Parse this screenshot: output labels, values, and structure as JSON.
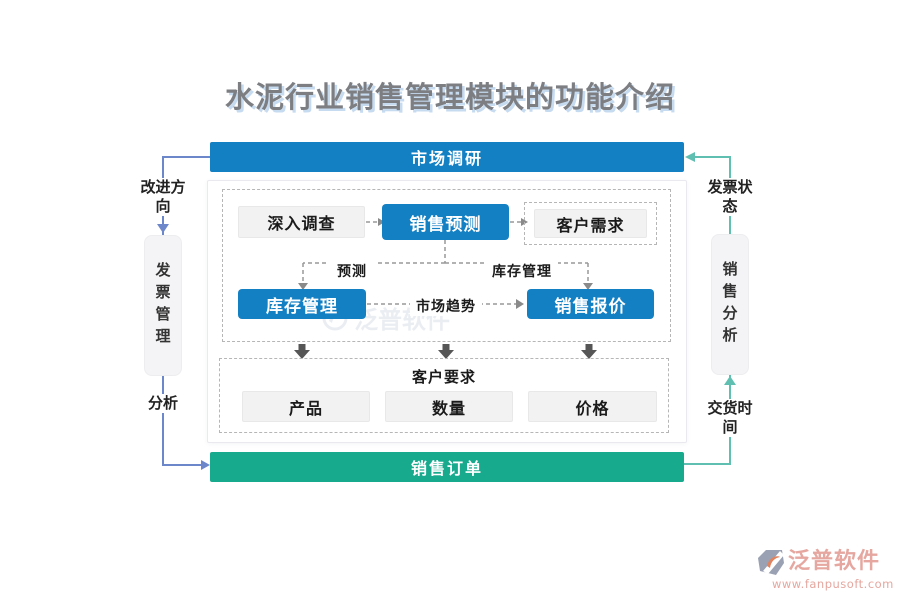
{
  "title": "水泥行业销售管理模块的功能介绍",
  "diagram": {
    "top_bar": "市场调研",
    "bottom_bar": "销售订单",
    "row1": {
      "box1": "深入调查",
      "box2": "销售预测",
      "box3": "客户需求"
    },
    "row2": {
      "box_left": "库存管理",
      "box_right": "销售报价"
    },
    "connector_labels": {
      "forecast": "预测",
      "inventory_mgmt": "库存管理",
      "market_trend": "市场趋势"
    },
    "requirements": {
      "title": "客户要求",
      "items": [
        "产品",
        "数量",
        "价格"
      ]
    },
    "left_flow": {
      "top_label": "改进方向",
      "box": "发票管理",
      "bottom_label": "分析"
    },
    "right_flow": {
      "top_label": "发票状态",
      "box": "销售分析",
      "bottom_label": "交货时间"
    }
  },
  "brand": {
    "name": "泛普软件",
    "url": "www.fanpusoft.com"
  },
  "colors": {
    "node_blue": "#1480c4",
    "bar_green": "#18aa8d",
    "flow_left_blue": "#6d87cb",
    "flow_right_teal": "#5fbfb0",
    "dashed_gray": "#999999",
    "arrow_dark": "#565656",
    "brand_salmon": "#e5a79f",
    "title_gray": "#7d7e82",
    "title_shadow_blue": "#c6dbf0"
  }
}
